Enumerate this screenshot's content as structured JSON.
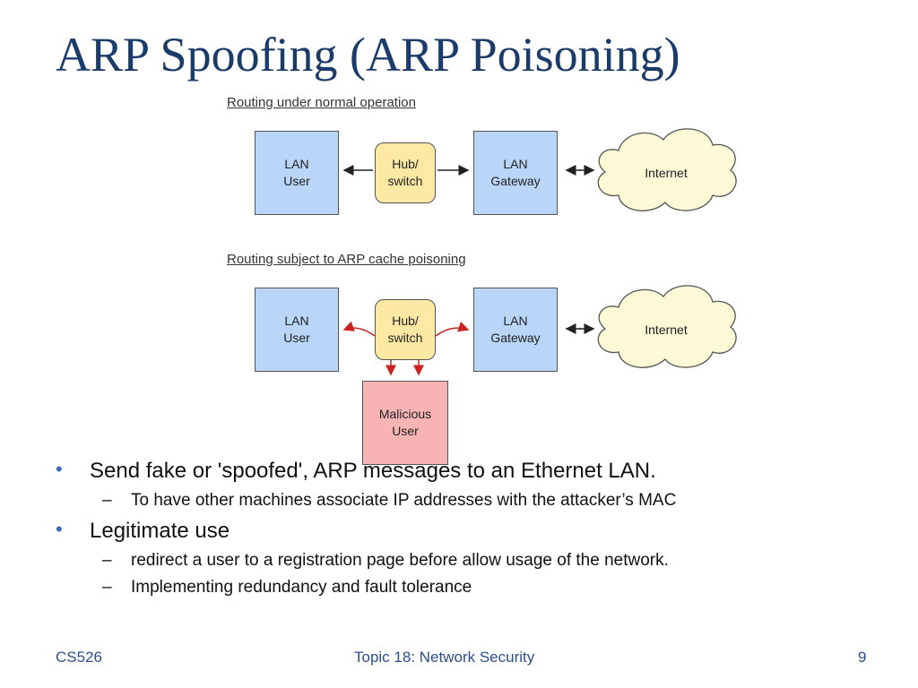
{
  "slide": {
    "title": "ARP Spoofing (ARP Poisoning)"
  },
  "diagram": {
    "normal": {
      "label": "Routing under normal operation",
      "lan_user": "LAN\nUser",
      "hub": "Hub/\nswitch",
      "gateway": "LAN\nGateway",
      "internet": "Internet"
    },
    "poisoned": {
      "label": "Routing subject to ARP cache poisoning",
      "lan_user": "LAN\nUser",
      "hub": "Hub/\nswitch",
      "gateway": "LAN\nGateway",
      "internet": "Internet",
      "malicious": "Malicious\nUser"
    },
    "colors": {
      "node": "#b9d5f7",
      "hub": "#fde9a4",
      "malicious": "#f8b4b4",
      "cloud": "#fdf8d6",
      "attack_arrow": "#cc2222"
    }
  },
  "bullets": [
    {
      "text": "Send fake or 'spoofed', ARP messages to an Ethernet LAN.",
      "sub": [
        "To have other machines associate IP addresses with the attacker’s MAC"
      ]
    },
    {
      "text": "Legitimate use",
      "sub": [
        "redirect a user to a registration page before allow usage of the network.",
        "Implementing redundancy and fault tolerance"
      ]
    }
  ],
  "bullet_marker": "•",
  "sub_marker": "–",
  "footer": {
    "left": "CS526",
    "center": "Topic 18: Network Security",
    "page": "9"
  }
}
